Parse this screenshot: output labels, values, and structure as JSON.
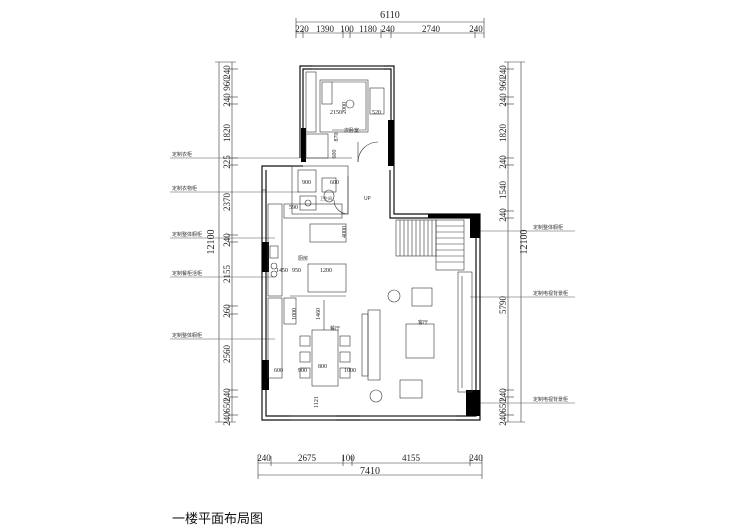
{
  "title": "一楼平面布局图",
  "dimensions": {
    "top_total": "6110",
    "top_segments": [
      "220",
      "1390",
      "100",
      "1180",
      "240",
      "2740",
      "240"
    ],
    "bottom_total": "7410",
    "bottom_segments": [
      "240",
      "2675",
      "100",
      "4155",
      "240"
    ],
    "left_total": "12100",
    "left_segments": [
      "240",
      "960",
      "240",
      "1820",
      "225",
      "2370",
      "240",
      "2155",
      "260",
      "2560",
      "240",
      "650",
      "240"
    ],
    "right_total": "12100",
    "right_segments": [
      "240",
      "960",
      "240",
      "1820",
      "240",
      "1540",
      "240",
      "5790",
      "240",
      "650",
      "240"
    ]
  },
  "annotations_left": [
    "定制衣柜",
    "定制衣物柜",
    "定制整体橱柜",
    "定制餐柜活柜",
    "定制整体橱柜"
  ],
  "annotations_right": [
    "定制整体橱柜",
    "定制电视背景柜",
    "定制电视背景柜"
  ],
  "rooms": {
    "secondary_bedroom": "次卧室",
    "kitchen": "厨房",
    "dining": "餐厅",
    "living": "客厅",
    "bathroom": "卫生间",
    "up": "UP"
  },
  "inner_dims": {
    "bed_len": "2000",
    "bed_w": "2150",
    "d520": "520",
    "d870": "870",
    "d600": "600",
    "d900a": "900",
    "d600b": "600",
    "d590": "590",
    "d4000": "4000",
    "d950": "950",
    "d1450": "1450",
    "d1000": "1000",
    "d1200": "1200",
    "d900": "900",
    "d1000b": "1000",
    "d1460": "1460",
    "d800": "800",
    "d1121": "1121",
    "d600c": "600",
    "d600d": "600"
  }
}
